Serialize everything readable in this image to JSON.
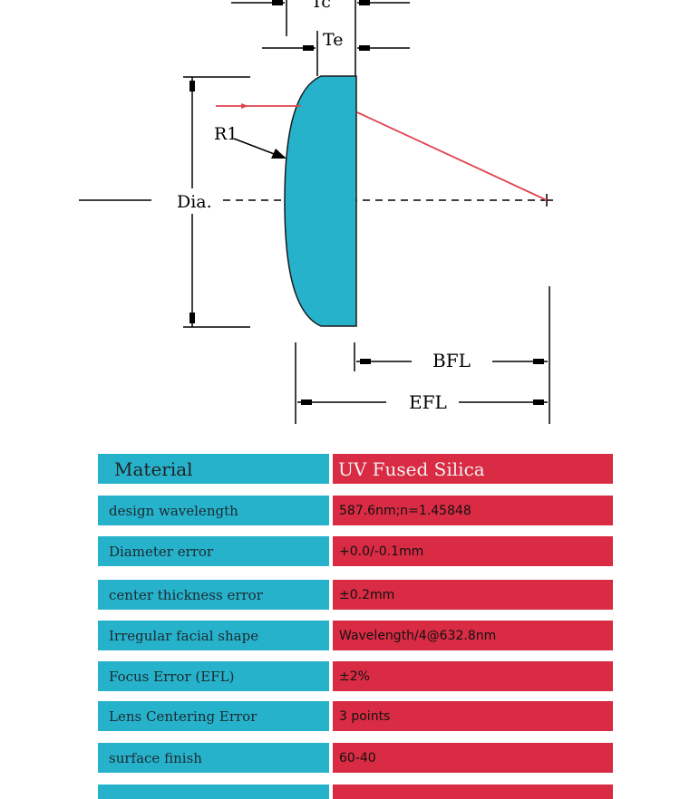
{
  "diagram": {
    "labels": {
      "tc": "Tc",
      "te": "Te",
      "r1": "R1",
      "dia": "Dia.",
      "bfl": "BFL",
      "efl": "EFL"
    },
    "colors": {
      "lens_fill": "#27b2cc",
      "ray": "#e0444f",
      "line": "#000000"
    }
  },
  "spec_table": {
    "colors": {
      "left": "#27b2cc",
      "right": "#d92b43"
    },
    "rows": [
      {
        "label": "Material",
        "value": "UV Fused Silica"
      },
      {
        "label": "design wavelength",
        "value": "587.6nm;n=1.45848"
      },
      {
        "label": "Diameter error",
        "value": "+0.0/-0.1mm"
      },
      {
        "label": "center thickness error",
        "value": "±0.2mm"
      },
      {
        "label": "Irregular facial shape",
        "value": "Wavelength/4@632.8nm"
      },
      {
        "label": "Focus Error (EFL)",
        "value": "±2%"
      },
      {
        "label": "Lens Centering Error",
        "value": "3 points"
      },
      {
        "label": "surface finish",
        "value": "60-40"
      },
      {
        "label": "",
        "value": ""
      }
    ]
  }
}
